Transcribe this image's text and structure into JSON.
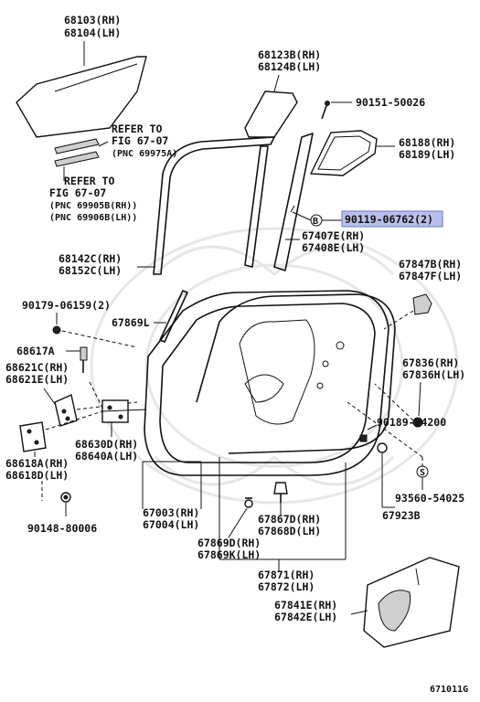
{
  "labels": {
    "glass_rh": "68103(RH)",
    "glass_lh": "68104(LH)",
    "refer1_a": "REFER TO",
    "refer1_b": "FIG 67-07",
    "refer1_c": "(PNC 69975A)",
    "refer2_a": "REFER TO",
    "refer2_b": "FIG 67-07",
    "refer2_c": "(PNC 69905B(RH))",
    "refer2_d": "(PNC 69906B(LH))",
    "qglass_rh": "68123B(RH)",
    "qglass_lh": "68124B(LH)",
    "screw1": "90151-50026",
    "qwin_rh": "68188(RH)",
    "qwin_lh": "68189(LH)",
    "clip_highlight": "90119-06762(2)",
    "callout_b": "B",
    "divbar_rh": "67407E(RH)",
    "divbar_lh": "67408E(LH)",
    "run_rh": "68142C(RH)",
    "run_lh": "68152C(LH)",
    "plug_rh": "67847B(RH)",
    "plug_lh": "67847F(LH)",
    "nut1": "90179-06159(2)",
    "seal_small": "67869L",
    "pin": "68617A",
    "hinge_up_rh": "68621C(RH)",
    "hinge_up_lh": "68621E(LH)",
    "cush_rh": "67836(RH)",
    "cush_lh": "67836H(LH)",
    "clip2": "90189-04200",
    "check_rh": "68630D(RH)",
    "check_lh": "68640A(LH)",
    "hinge_lo_rh": "68618A(RH)",
    "hinge_lo_lh": "68618D(LH)",
    "callout_s": "S",
    "screw2": "93560-54025",
    "grom": "67923B",
    "door_rh": "67003(RH)",
    "door_lh": "67004(LH)",
    "bolt": "90148-80006",
    "wst_rh": "67867D(RH)",
    "wst_lh": "67868D(LH)",
    "wseal_rh": "67869D(RH)",
    "wseal_lh": "67869K(LH)",
    "dseal_rh": "67871(RH)",
    "dseal_lh": "67872(LH)",
    "sheet_rh": "67841E(RH)",
    "sheet_lh": "67842E(LH)",
    "fig_id": "671011G"
  }
}
